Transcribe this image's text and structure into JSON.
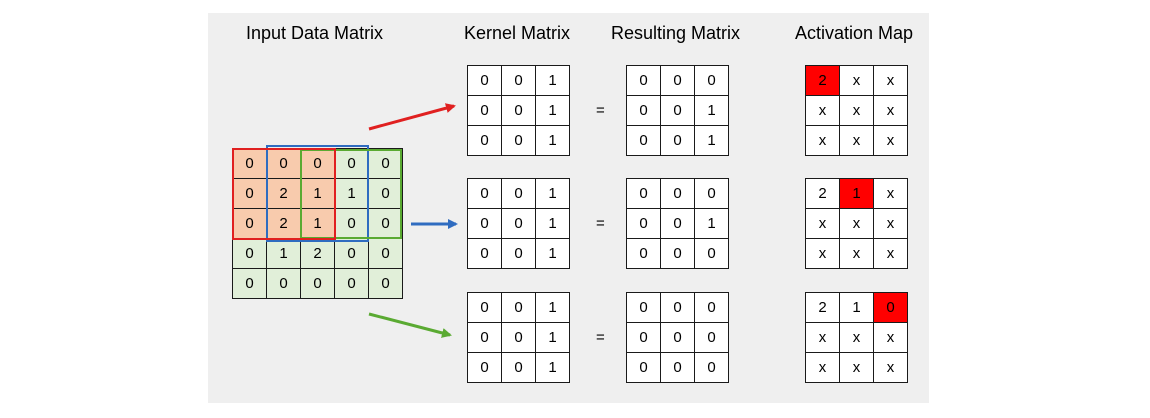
{
  "titles": {
    "input": "Input Data Matrix",
    "kernel": "Kernel Matrix",
    "result": "Resulting Matrix",
    "activation": "Activation Map"
  },
  "equals": "=",
  "input_matrix": [
    [
      "0",
      "0",
      "0",
      "0",
      "0"
    ],
    [
      "0",
      "2",
      "1",
      "1",
      "0"
    ],
    [
      "0",
      "2",
      "1",
      "0",
      "0"
    ],
    [
      "0",
      "1",
      "2",
      "0",
      "0"
    ],
    [
      "0",
      "0",
      "0",
      "0",
      "0"
    ]
  ],
  "rows": [
    {
      "kernel": [
        [
          "0",
          "0",
          "1"
        ],
        [
          "0",
          "0",
          "1"
        ],
        [
          "0",
          "0",
          "1"
        ]
      ],
      "result": [
        [
          "0",
          "0",
          "0"
        ],
        [
          "0",
          "0",
          "1"
        ],
        [
          "0",
          "0",
          "1"
        ]
      ],
      "activation": [
        [
          "2",
          "x",
          "x"
        ],
        [
          "x",
          "x",
          "x"
        ],
        [
          "x",
          "x",
          "x"
        ]
      ],
      "highlight_cell": 0,
      "window_color": "#e02020"
    },
    {
      "kernel": [
        [
          "0",
          "0",
          "1"
        ],
        [
          "0",
          "0",
          "1"
        ],
        [
          "0",
          "0",
          "1"
        ]
      ],
      "result": [
        [
          "0",
          "0",
          "0"
        ],
        [
          "0",
          "0",
          "1"
        ],
        [
          "0",
          "0",
          "0"
        ]
      ],
      "activation": [
        [
          "2",
          "1",
          "x"
        ],
        [
          "x",
          "x",
          "x"
        ],
        [
          "x",
          "x",
          "x"
        ]
      ],
      "highlight_cell": 1,
      "window_color": "#2f6cc0"
    },
    {
      "kernel": [
        [
          "0",
          "0",
          "1"
        ],
        [
          "0",
          "0",
          "1"
        ],
        [
          "0",
          "0",
          "1"
        ]
      ],
      "result": [
        [
          "0",
          "0",
          "0"
        ],
        [
          "0",
          "0",
          "0"
        ],
        [
          "0",
          "0",
          "0"
        ]
      ],
      "activation": [
        [
          "2",
          "1",
          "0"
        ],
        [
          "x",
          "x",
          "x"
        ],
        [
          "x",
          "x",
          "x"
        ]
      ],
      "highlight_cell": 2,
      "window_color": "#5aaa32"
    }
  ],
  "colors": {
    "panel_bg": "#efefef",
    "input_green": "#e1efd9",
    "input_orange": "#f8cbad",
    "activation_highlight": "#ff0000"
  }
}
